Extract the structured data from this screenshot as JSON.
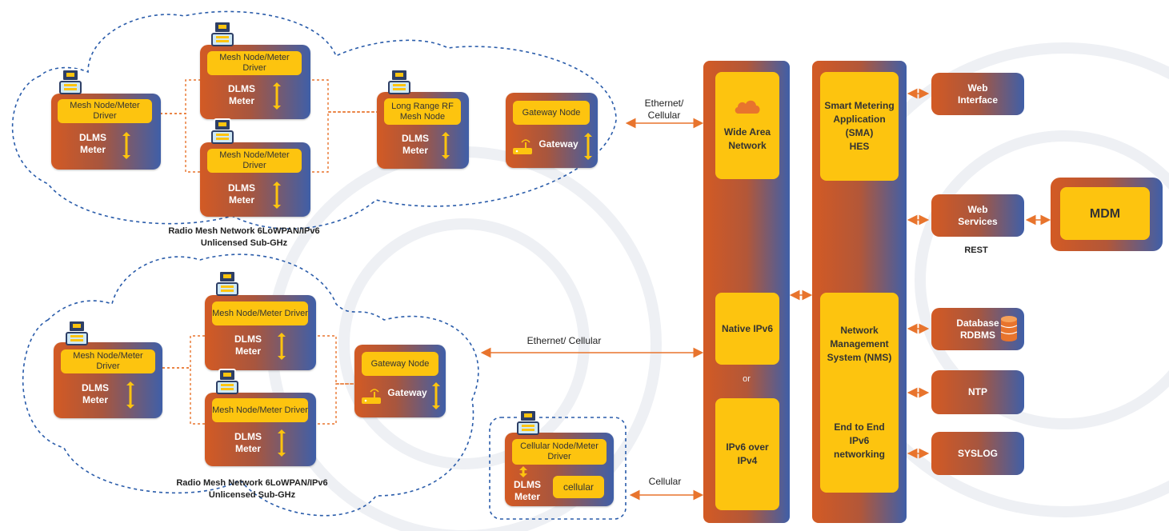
{
  "nodes": {
    "mesh_driver": "Mesh Node/Meter Driver",
    "dlms": "DLMS",
    "meter": "Meter",
    "long_range": "Long Range RF Mesh Node",
    "gateway_node": "Gateway Node",
    "gateway": "Gateway",
    "cellular_driver": "Cellular Node/Meter Driver",
    "cellular": "cellular"
  },
  "networks": {
    "mesh_line1": "Radio Mesh Network 6LoWPAN/IPv6",
    "mesh_line2": "Unlicensed Sub-GHz"
  },
  "links": {
    "eth_cell_top": "Ethernet/ Cellular",
    "eth_cell_mid": "Ethernet/ Cellular",
    "cellular": "Cellular",
    "rest": "REST"
  },
  "wan": {
    "wide_area_network": "Wide Area Network",
    "native_ipv6": "Native IPv6",
    "or": "or",
    "ipv6_over_ipv4": "IPv6 over IPv4"
  },
  "hes": {
    "sma": "Smart Metering Application (SMA)",
    "hes": "HES",
    "nms": "Network Management System (NMS)",
    "e2e": "End to End IPv6 networking"
  },
  "services": {
    "web_interface": "Web Interface",
    "web_services": "Web Services",
    "database": "Database",
    "rdbms": "RDBMS",
    "ntp": "NTP",
    "syslog": "SYSLOG",
    "mdm": "MDM"
  },
  "colors": {
    "orange": "#d35a24",
    "blue": "#3f5fa8",
    "yellow": "#fdc40f",
    "dashed": "#2a5caa"
  }
}
